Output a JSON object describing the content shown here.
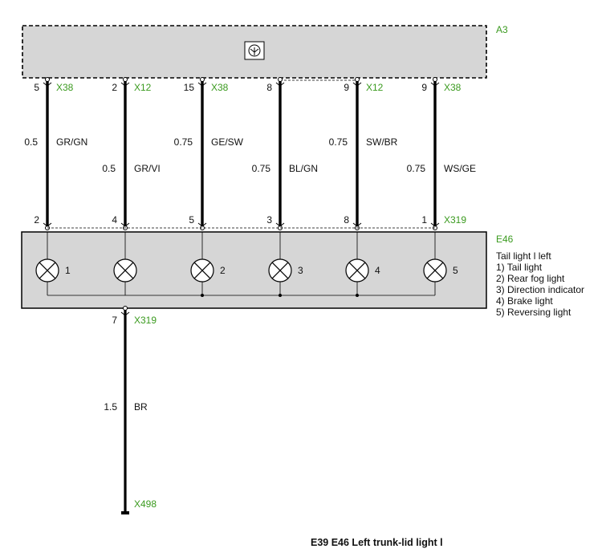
{
  "colors": {
    "connector_label": "#3a9a1e",
    "wire": "#000000",
    "component_fill": "#d6d6d6"
  },
  "module": {
    "id": "A3",
    "icon": "module-symbol-icon"
  },
  "lamp_unit": {
    "id": "E46",
    "description_lines": [
      "Tail light l left",
      "1) Tail light",
      "2) Rear fog light",
      "3) Direction indicator",
      "4) Brake light",
      "5) Reversing light"
    ],
    "lamp_numbers": [
      "1",
      "",
      "2",
      "3",
      "4",
      "5"
    ],
    "lamp_icon": "bulb-icon"
  },
  "wires": [
    {
      "top_pin": "5",
      "top_connector": "X38",
      "size": "0.5",
      "color_code": "GR/GN",
      "bottom_pin": "2",
      "bottom_connector": ""
    },
    {
      "top_pin": "2",
      "top_connector": "X12",
      "size": "0.5",
      "color_code": "GR/VI",
      "bottom_pin": "4",
      "bottom_connector": ""
    },
    {
      "top_pin": "15",
      "top_connector": "X38",
      "size": "0.75",
      "color_code": "GE/SW",
      "bottom_pin": "5",
      "bottom_connector": ""
    },
    {
      "top_pin": "8",
      "top_connector": "",
      "size": "0.75",
      "color_code": "BL/GN",
      "bottom_pin": "3",
      "bottom_connector": ""
    },
    {
      "top_pin": "9",
      "top_connector": "X12",
      "size": "0.75",
      "color_code": "SW/BR",
      "bottom_pin": "8",
      "bottom_connector": ""
    },
    {
      "top_pin": "9",
      "top_connector": "X38",
      "size": "0.75",
      "color_code": "WS/GE",
      "bottom_pin": "1",
      "bottom_connector": "X319"
    }
  ],
  "ground_wire": {
    "pin": "7",
    "connector": "X319",
    "size": "1.5",
    "color_code": "BR",
    "ground_connector": "X498"
  },
  "title": "E39 E46 Left trunk-lid light l"
}
